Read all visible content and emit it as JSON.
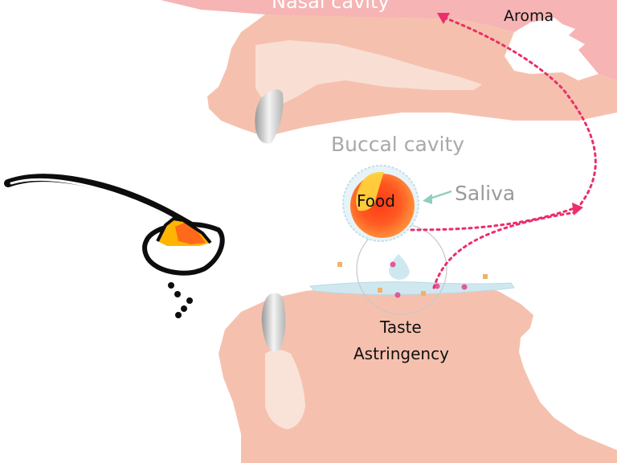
{
  "labels": {
    "nasal_cavity": "Nasal cavity",
    "aroma": "Aroma",
    "buccal_cavity": "Buccal cavity",
    "saliva": "Saliva",
    "food": "Food",
    "taste": "Taste",
    "astringency": "Astringency"
  },
  "colors": {
    "tissue": "#f5c1ae",
    "nasal": "#f6b4b4",
    "saliva": "#cfe8f0",
    "food_core": "#ff4a1c",
    "food_highlight": "#ffd23c",
    "aroma_path": "#ea2f6a",
    "arrow": "#8ecfbf"
  }
}
